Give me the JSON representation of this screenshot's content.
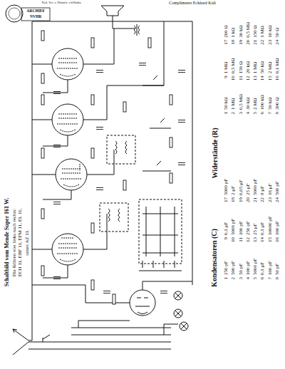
{
  "diagram": {
    "title": "Schaltbild vom Mende Super 161 W.",
    "labels": [
      "Ned. Ver. v. Historie v/d Radio",
      "Compliments Eckhard Kuli",
      "ARCHIEF",
      "NVHR",
      "Die Röhren von links nach rechts:",
      "ECH 11, EBF 11, EFM 11, EL 11,",
      "unten AZ 11.",
      "Widerstände (R)",
      "Kondensatoren (C)",
      "1",
      "50 kΩ",
      "2",
      "1 MΩ",
      "3",
      "0,5 MΩ",
      "4",
      "30 kΩ",
      "5",
      "2 MΩ",
      "6",
      "100 kΩ",
      "7",
      "50 kΩ",
      "8",
      "300 Ω",
      "9",
      "1 MΩ",
      "10",
      "0,5 MΩ",
      "11",
      "150 Ω",
      "12",
      "20 kΩ",
      "13",
      "1 MΩ",
      "14",
      "50 kΩ",
      "15",
      "2 MΩ",
      "16",
      "0,1 MΩ",
      "17",
      "200 Ω",
      "18",
      "1 kΩ",
      "19",
      "30 kΩ",
      "20",
      "0,5 MΩ",
      "21",
      "150 Ω",
      "22",
      "1 MΩ",
      "23",
      "10 kΩ",
      "24",
      "50 Ω",
      "1",
      "250 pF",
      "2",
      "500 pF",
      "3",
      "50 pF",
      "4",
      "100 pF",
      "5",
      "5000 pF",
      "6",
      "0,1 μF",
      "7",
      "100 pF",
      "8",
      "50 pF",
      "9",
      "0,1 μF",
      "10",
      "5000 pF",
      "11",
      "100 pF",
      "12",
      "250 pF",
      "13",
      "25 μF",
      "14",
      "0,1 μF",
      "15",
      "10000 pF",
      "16",
      "100 pF",
      "17",
      "5000 pF",
      "18",
      "2 μF",
      "19",
      "0,05 μF",
      "20",
      "25 μF",
      "21",
      "5000 pF",
      "22",
      "8 μF",
      "23",
      "16 μF",
      "24",
      "500 pF"
    ]
  }
}
